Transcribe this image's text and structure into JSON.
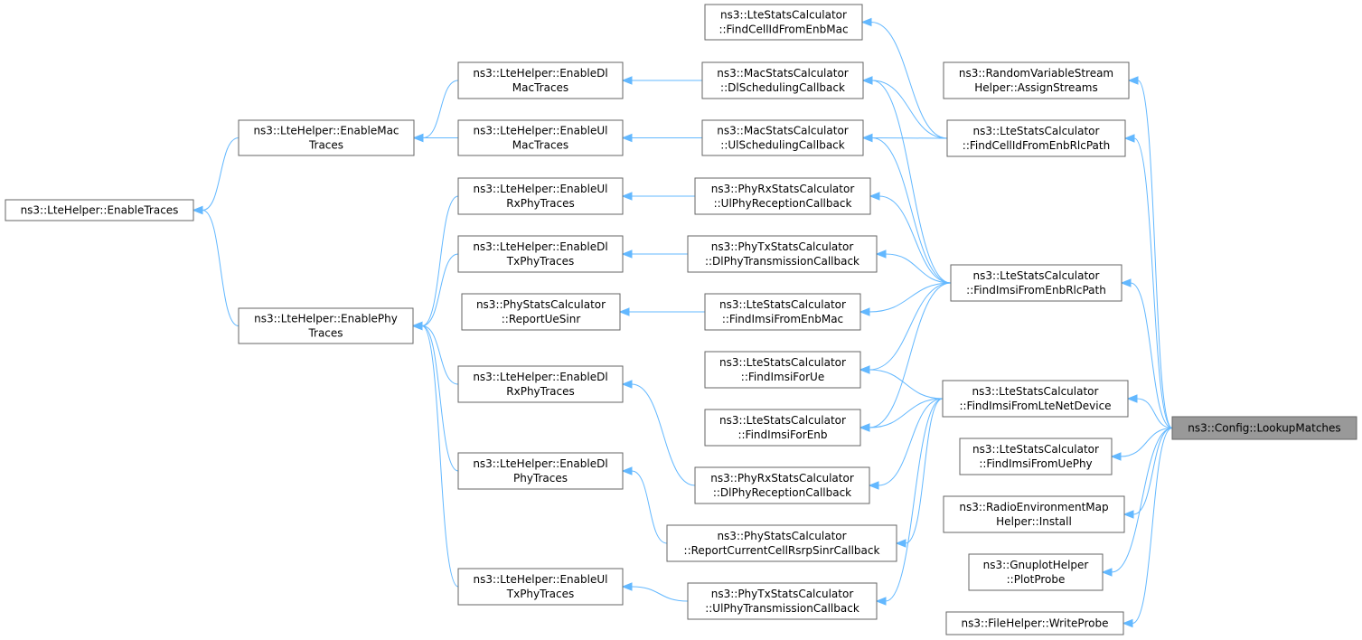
{
  "nodes": [
    {
      "id": "n_find_cellid_mac",
      "lines": [
        "ns3::LteStatsCalculator",
        "::FindCellIdFromEnbMac"
      ]
    },
    {
      "id": "n_assign_streams",
      "lines": [
        "ns3::RandomVariableStream",
        "Helper::AssignStreams"
      ]
    },
    {
      "id": "n_enable_dl_mac",
      "lines": [
        "ns3::LteHelper::EnableDl",
        "MacTraces"
      ]
    },
    {
      "id": "n_dl_sched",
      "lines": [
        "ns3::MacStatsCalculator",
        "::DlSchedulingCallback"
      ]
    },
    {
      "id": "n_enable_mac",
      "lines": [
        "ns3::LteHelper::EnableMac",
        "Traces"
      ]
    },
    {
      "id": "n_enable_ul_mac",
      "lines": [
        "ns3::LteHelper::EnableUl",
        "MacTraces"
      ]
    },
    {
      "id": "n_ul_sched",
      "lines": [
        "ns3::MacStatsCalculator",
        "::UlSchedulingCallback"
      ]
    },
    {
      "id": "n_find_cellid_rlc",
      "lines": [
        "ns3::LteStatsCalculator",
        "::FindCellIdFromEnbRlcPath"
      ]
    },
    {
      "id": "n_enable_traces",
      "lines": [
        "ns3::LteHelper::EnableTraces"
      ]
    },
    {
      "id": "n_enable_ul_rxphy",
      "lines": [
        "ns3::LteHelper::EnableUl",
        "RxPhyTraces"
      ]
    },
    {
      "id": "n_ul_phy_rx",
      "lines": [
        "ns3::PhyRxStatsCalculator",
        "::UlPhyReceptionCallback"
      ]
    },
    {
      "id": "n_enable_dl_txphy",
      "lines": [
        "ns3::LteHelper::EnableDl",
        "TxPhyTraces"
      ]
    },
    {
      "id": "n_dl_phy_tx",
      "lines": [
        "ns3::PhyTxStatsCalculator",
        "::DlPhyTransmissionCallback"
      ]
    },
    {
      "id": "n_find_imsi_rlc",
      "lines": [
        "ns3::LteStatsCalculator",
        "::FindImsiFromEnbRlcPath"
      ]
    },
    {
      "id": "n_report_ue_sinr",
      "lines": [
        "ns3::PhyStatsCalculator",
        "::ReportUeSinr"
      ]
    },
    {
      "id": "n_find_imsi_mac",
      "lines": [
        "ns3::LteStatsCalculator",
        "::FindImsiFromEnbMac"
      ]
    },
    {
      "id": "n_enable_phy",
      "lines": [
        "ns3::LteHelper::EnablePhy",
        "Traces"
      ]
    },
    {
      "id": "n_find_imsi_ue",
      "lines": [
        "ns3::LteStatsCalculator",
        "::FindImsiForUe"
      ]
    },
    {
      "id": "n_enable_dl_rxphy",
      "lines": [
        "ns3::LteHelper::EnableDl",
        "RxPhyTraces"
      ]
    },
    {
      "id": "n_find_imsi_netdev",
      "lines": [
        "ns3::LteStatsCalculator",
        "::FindImsiFromLteNetDevice"
      ]
    },
    {
      "id": "n_lookup_matches",
      "lines": [
        "ns3::Config::LookupMatches"
      ],
      "target": true
    },
    {
      "id": "n_find_imsi_enb",
      "lines": [
        "ns3::LteStatsCalculator",
        "::FindImsiForEnb"
      ]
    },
    {
      "id": "n_find_imsi_uephy",
      "lines": [
        "ns3::LteStatsCalculator",
        "::FindImsiFromUePhy"
      ]
    },
    {
      "id": "n_enable_dl_phy",
      "lines": [
        "ns3::LteHelper::EnableDl",
        "PhyTraces"
      ]
    },
    {
      "id": "n_dl_phy_rx",
      "lines": [
        "ns3::PhyRxStatsCalculator",
        "::DlPhyReceptionCallback"
      ]
    },
    {
      "id": "n_rem_install",
      "lines": [
        "ns3::RadioEnvironmentMap",
        "Helper::Install"
      ]
    },
    {
      "id": "n_report_rsrp",
      "lines": [
        "ns3::PhyStatsCalculator",
        "::ReportCurrentCellRsrpSinrCallback"
      ]
    },
    {
      "id": "n_gnuplot_probe",
      "lines": [
        "ns3::GnuplotHelper",
        "::PlotProbe"
      ]
    },
    {
      "id": "n_enable_ul_txphy",
      "lines": [
        "ns3::LteHelper::EnableUl",
        "TxPhyTraces"
      ]
    },
    {
      "id": "n_ul_phy_tx",
      "lines": [
        "ns3::PhyTxStatsCalculator",
        "::UlPhyTransmissionCallback"
      ]
    },
    {
      "id": "n_file_probe",
      "lines": [
        "ns3::FileHelper::WriteProbe"
      ]
    }
  ],
  "edges": [
    [
      "n_enable_traces",
      "n_enable_mac"
    ],
    [
      "n_enable_traces",
      "n_enable_phy"
    ],
    [
      "n_enable_mac",
      "n_enable_dl_mac"
    ],
    [
      "n_enable_mac",
      "n_enable_ul_mac"
    ],
    [
      "n_enable_dl_mac",
      "n_dl_sched"
    ],
    [
      "n_enable_ul_mac",
      "n_ul_sched"
    ],
    [
      "n_enable_phy",
      "n_enable_ul_rxphy"
    ],
    [
      "n_enable_phy",
      "n_enable_dl_txphy"
    ],
    [
      "n_enable_phy",
      "n_enable_dl_rxphy"
    ],
    [
      "n_enable_phy",
      "n_enable_dl_phy"
    ],
    [
      "n_enable_phy",
      "n_enable_ul_txphy"
    ],
    [
      "n_enable_ul_rxphy",
      "n_ul_phy_rx"
    ],
    [
      "n_enable_dl_txphy",
      "n_dl_phy_tx"
    ],
    [
      "n_report_ue_sinr",
      "n_find_imsi_mac"
    ],
    [
      "n_enable_dl_rxphy",
      "n_dl_phy_rx"
    ],
    [
      "n_enable_dl_phy",
      "n_report_rsrp"
    ],
    [
      "n_enable_ul_txphy",
      "n_ul_phy_tx"
    ],
    [
      "n_find_cellid_mac",
      "n_find_cellid_rlc"
    ],
    [
      "n_dl_sched",
      "n_find_cellid_rlc"
    ],
    [
      "n_ul_sched",
      "n_find_cellid_rlc"
    ],
    [
      "n_dl_sched",
      "n_find_imsi_rlc"
    ],
    [
      "n_ul_sched",
      "n_find_imsi_rlc"
    ],
    [
      "n_ul_phy_rx",
      "n_find_imsi_rlc"
    ],
    [
      "n_dl_phy_tx",
      "n_find_imsi_rlc"
    ],
    [
      "n_find_imsi_mac",
      "n_find_imsi_rlc"
    ],
    [
      "n_find_imsi_ue",
      "n_find_imsi_rlc"
    ],
    [
      "n_find_imsi_enb",
      "n_find_imsi_rlc"
    ],
    [
      "n_find_imsi_ue",
      "n_find_imsi_netdev"
    ],
    [
      "n_find_imsi_enb",
      "n_find_imsi_netdev"
    ],
    [
      "n_dl_phy_rx",
      "n_find_imsi_netdev"
    ],
    [
      "n_report_rsrp",
      "n_find_imsi_netdev"
    ],
    [
      "n_ul_phy_tx",
      "n_find_imsi_netdev"
    ],
    [
      "n_assign_streams",
      "n_lookup_matches"
    ],
    [
      "n_find_cellid_rlc",
      "n_lookup_matches"
    ],
    [
      "n_find_imsi_rlc",
      "n_lookup_matches"
    ],
    [
      "n_find_imsi_netdev",
      "n_lookup_matches"
    ],
    [
      "n_find_imsi_uephy",
      "n_lookup_matches"
    ],
    [
      "n_rem_install",
      "n_lookup_matches"
    ],
    [
      "n_gnuplot_probe",
      "n_lookup_matches"
    ],
    [
      "n_file_probe",
      "n_lookup_matches"
    ]
  ]
}
